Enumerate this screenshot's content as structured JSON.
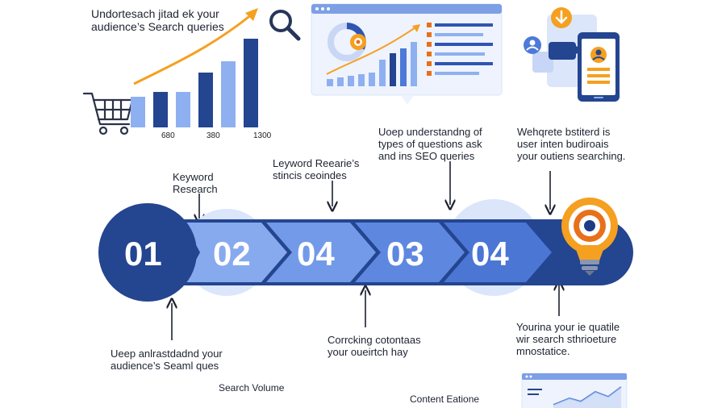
{
  "header": {
    "top_left_text": "Undortesach jitad ek your\naudience’s Search queries"
  },
  "chart_data": {
    "type": "bar",
    "categories": [
      "",
      "",
      "",
      "",
      "",
      ""
    ],
    "values": [
      38,
      44,
      44,
      68,
      82,
      110
    ],
    "tick_labels": [
      "680",
      "380",
      "1300"
    ]
  },
  "colors": {
    "dark_navy": "#24458f",
    "mid_blue": "#4d79d8",
    "light_blue": "#8fb0f0",
    "pale_blue": "#dbe6fb",
    "orange": "#f5a020",
    "orange_dark": "#e8701a"
  },
  "icons": {
    "cart": "shopping-cart-icon",
    "search": "magnifier-icon",
    "phone": "smartphone-icon",
    "bulb": "lightbulb-target-icon"
  },
  "callouts": {
    "top_mid": "Uoep understandng of\ntypes of questions ask\nand ins SEO queries",
    "top_right": "Wehqrete bstiterd is\nuser inten budiroais\nyour outiens searching.",
    "keyword": "Keyword\nResearch",
    "leyword": "Leyword Reearie’s\nstincis ceoindes",
    "bottom_left": "Ueep anlrastdadnd your\naudience’s Seaml ques",
    "search_volume": "Search Volume",
    "bottom_mid": "Corrcking cotontaas\nyour oueirtch hay",
    "content": "Content Eatione",
    "bottom_right": "Yourina your ie quatile\nwir search sthrioeture\nmnostatice."
  },
  "steps": [
    {
      "label": "01"
    },
    {
      "label": "02"
    },
    {
      "label": "04"
    },
    {
      "label": "03"
    },
    {
      "label": "04"
    }
  ]
}
